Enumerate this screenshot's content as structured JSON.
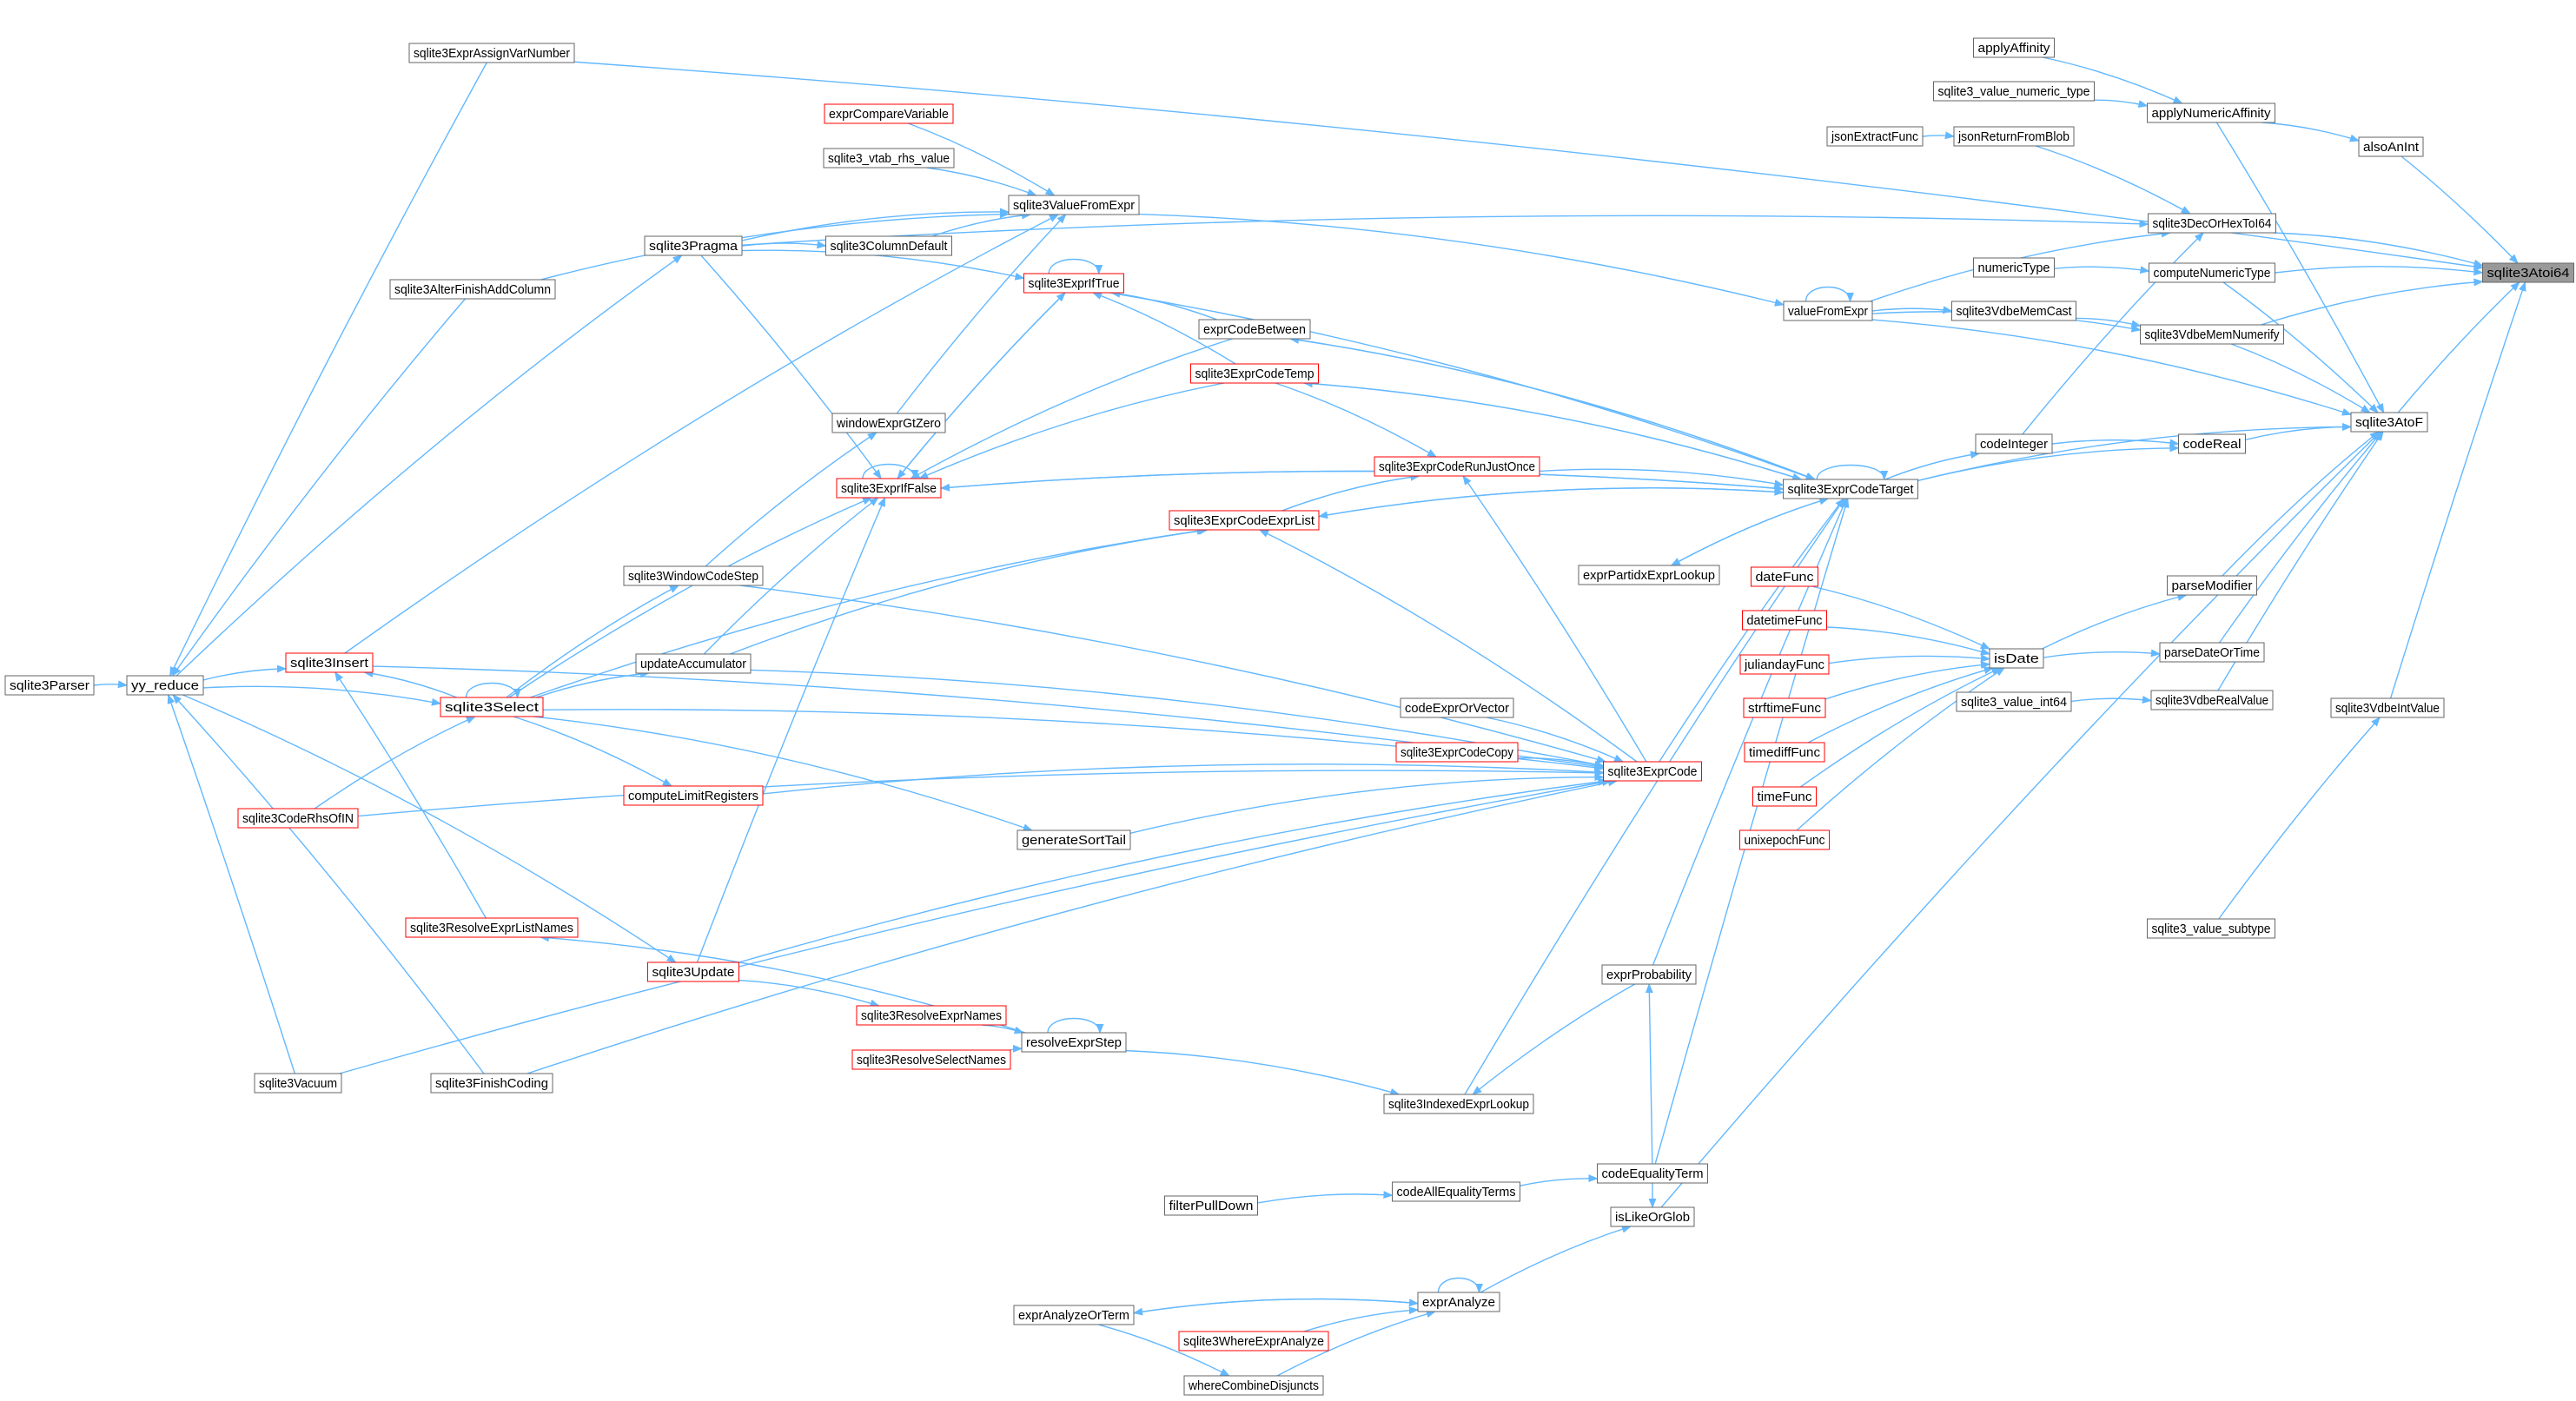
{
  "graph": {
    "colors": {
      "edge": "#63b8ff",
      "node_border": "#666666",
      "node_border_truncated": "#ff0000",
      "focus_fill": "#999999",
      "text": "#000000",
      "background": "#ffffff"
    },
    "nodes": [
      {
        "id": "atoi64",
        "label": "sqlite3Atoi64",
        "focus": true
      },
      {
        "id": "atof",
        "label": "sqlite3AtoF"
      },
      {
        "id": "decOrHex",
        "label": "sqlite3DecOrHexToI64"
      },
      {
        "id": "alsoAnInt",
        "label": "alsoAnInt"
      },
      {
        "id": "applyNumAff",
        "label": "applyNumericAffinity"
      },
      {
        "id": "computeNumType",
        "label": "computeNumericType"
      },
      {
        "id": "memNumerify",
        "label": "sqlite3VdbeMemNumerify"
      },
      {
        "id": "intValue",
        "label": "sqlite3VdbeIntValue"
      },
      {
        "id": "valueSubtype",
        "label": "sqlite3_value_subtype"
      },
      {
        "id": "applyAffinity",
        "label": "applyAffinity"
      },
      {
        "id": "valueNumType",
        "label": "sqlite3_value_numeric_type"
      },
      {
        "id": "jsonExtract",
        "label": "jsonExtractFunc"
      },
      {
        "id": "jsonReturn",
        "label": "jsonReturnFromBlob"
      },
      {
        "id": "numericType",
        "label": "numericType"
      },
      {
        "id": "valueFromExpr",
        "label": "valueFromExpr"
      },
      {
        "id": "memCast",
        "label": "sqlite3VdbeMemCast"
      },
      {
        "id": "codeInteger",
        "label": "codeInteger"
      },
      {
        "id": "codeReal",
        "label": "codeReal"
      },
      {
        "id": "parseModifier",
        "label": "parseModifier"
      },
      {
        "id": "parseDateOrTime",
        "label": "parseDateOrTime"
      },
      {
        "id": "isDate",
        "label": "isDate"
      },
      {
        "id": "valueInt64",
        "label": "sqlite3_value_int64"
      },
      {
        "id": "realValue",
        "label": "sqlite3VdbeRealValue"
      },
      {
        "id": "dateFunc",
        "label": "dateFunc",
        "truncated": true
      },
      {
        "id": "datetimeFunc",
        "label": "datetimeFunc",
        "truncated": true
      },
      {
        "id": "juliandayFunc",
        "label": "juliandayFunc",
        "truncated": true
      },
      {
        "id": "strftimeFunc",
        "label": "strftimeFunc",
        "truncated": true
      },
      {
        "id": "timediffFunc",
        "label": "timediffFunc",
        "truncated": true
      },
      {
        "id": "timeFunc",
        "label": "timeFunc",
        "truncated": true
      },
      {
        "id": "unixepochFunc",
        "label": "unixepochFunc",
        "truncated": true
      },
      {
        "id": "exprCodeTarget",
        "label": "sqlite3ExprCodeTarget"
      },
      {
        "id": "exprPartidx",
        "label": "exprPartidxExprLookup"
      },
      {
        "id": "exprProbability",
        "label": "exprProbability"
      },
      {
        "id": "codeEqTerm",
        "label": "codeEqualityTerm"
      },
      {
        "id": "isLikeOrGlob",
        "label": "isLikeOrGlob"
      },
      {
        "id": "exprAnalyze",
        "label": "exprAnalyze"
      },
      {
        "id": "exprAnalyzeOrTerm",
        "label": "exprAnalyzeOrTerm"
      },
      {
        "id": "whereExprAnalyze",
        "label": "sqlite3WhereExprAnalyze",
        "truncated": true
      },
      {
        "id": "whereCombine",
        "label": "whereCombineDisjuncts"
      },
      {
        "id": "codeAllEq",
        "label": "codeAllEqualityTerms"
      },
      {
        "id": "filterPullDown",
        "label": "filterPullDown"
      },
      {
        "id": "indexedExprLookup",
        "label": "sqlite3IndexedExprLookup"
      },
      {
        "id": "exprCode",
        "label": "sqlite3ExprCode",
        "truncated": true
      },
      {
        "id": "codeExprOrVector",
        "label": "codeExprOrVector"
      },
      {
        "id": "exprCodeCopy",
        "label": "sqlite3ExprCodeCopy",
        "truncated": true
      },
      {
        "id": "exprCodeRunJust",
        "label": "sqlite3ExprCodeRunJustOnce",
        "truncated": true
      },
      {
        "id": "exprCodeExprList",
        "label": "sqlite3ExprCodeExprList",
        "truncated": true
      },
      {
        "id": "exprCodeBetween",
        "label": "exprCodeBetween"
      },
      {
        "id": "exprCodeTemp",
        "label": "sqlite3ExprCodeTemp",
        "truncated": true
      },
      {
        "id": "exprIfTrue",
        "label": "sqlite3ExprIfTrue",
        "truncated": true
      },
      {
        "id": "exprIfFalse",
        "label": "sqlite3ExprIfFalse",
        "truncated": true
      },
      {
        "id": "windowExprGtZero",
        "label": "windowExprGtZero"
      },
      {
        "id": "valueFromExpr2",
        "label": "sqlite3ValueFromExpr"
      },
      {
        "id": "exprCompareVariable",
        "label": "exprCompareVariable",
        "truncated": true
      },
      {
        "id": "vtabRhsValue",
        "label": "sqlite3_vtab_rhs_value"
      },
      {
        "id": "columnDefault",
        "label": "sqlite3ColumnDefault"
      },
      {
        "id": "pragma",
        "label": "sqlite3Pragma"
      },
      {
        "id": "alterFinishAdd",
        "label": "sqlite3AlterFinishAddColumn"
      },
      {
        "id": "exprAssignVar",
        "label": "sqlite3ExprAssignVarNumber"
      },
      {
        "id": "windowCodeStep",
        "label": "sqlite3WindowCodeStep"
      },
      {
        "id": "updateAccumulator",
        "label": "updateAccumulator"
      },
      {
        "id": "select",
        "label": "sqlite3Select",
        "truncated": true
      },
      {
        "id": "insert",
        "label": "sqlite3Insert",
        "truncated": true
      },
      {
        "id": "computeLimit",
        "label": "computeLimitRegisters",
        "truncated": true
      },
      {
        "id": "generateSortTail",
        "label": "generateSortTail"
      },
      {
        "id": "codeRhsOfIN",
        "label": "sqlite3CodeRhsOfIN",
        "truncated": true
      },
      {
        "id": "resolveExprListNames",
        "label": "sqlite3ResolveExprListNames",
        "truncated": true
      },
      {
        "id": "update",
        "label": "sqlite3Update",
        "truncated": true
      },
      {
        "id": "resolveExprNames",
        "label": "sqlite3ResolveExprNames",
        "truncated": true
      },
      {
        "id": "resolveSelectNames",
        "label": "sqlite3ResolveSelectNames",
        "truncated": true
      },
      {
        "id": "resolveExprStep",
        "label": "resolveExprStep"
      },
      {
        "id": "finishCoding",
        "label": "sqlite3FinishCoding"
      },
      {
        "id": "vacuum",
        "label": "sqlite3Vacuum"
      },
      {
        "id": "yyReduce",
        "label": "yy_reduce"
      },
      {
        "id": "parser",
        "label": "sqlite3Parser"
      }
    ],
    "edges": [
      [
        "atof",
        "atoi64"
      ],
      [
        "decOrHex",
        "atoi64"
      ],
      [
        "alsoAnInt",
        "atoi64"
      ],
      [
        "computeNumType",
        "atoi64"
      ],
      [
        "memNumerify",
        "atoi64"
      ],
      [
        "intValue",
        "atoi64"
      ],
      [
        "exprAssignVar",
        "atoi64"
      ],
      [
        "applyNumAff",
        "alsoAnInt"
      ],
      [
        "applyNumAff",
        "atof"
      ],
      [
        "computeNumType",
        "atof"
      ],
      [
        "memNumerify",
        "atof"
      ],
      [
        "codeReal",
        "atof"
      ],
      [
        "parseModifier",
        "atof"
      ],
      [
        "parseDateOrTime",
        "atof"
      ],
      [
        "realValue",
        "atof"
      ],
      [
        "valueFromExpr",
        "atof"
      ],
      [
        "exprCodeTarget",
        "atof"
      ],
      [
        "isLikeOrGlob",
        "atof"
      ],
      [
        "valueSubtype",
        "intValue"
      ],
      [
        "applyAffinity",
        "applyNumAff"
      ],
      [
        "valueNumType",
        "applyNumAff"
      ],
      [
        "jsonExtract",
        "jsonReturn"
      ],
      [
        "jsonReturn",
        "decOrHex"
      ],
      [
        "valueFromExpr",
        "decOrHex"
      ],
      [
        "codeInteger",
        "decOrHex"
      ],
      [
        "pragma",
        "decOrHex"
      ],
      [
        "numericType",
        "computeNumType"
      ],
      [
        "memCast",
        "memNumerify"
      ],
      [
        "valueFromExpr",
        "memNumerify"
      ],
      [
        "valueFromExpr",
        "memCast"
      ],
      [
        "valueFromExpr",
        "valueFromExpr"
      ],
      [
        "valueFromExpr2",
        "valueFromExpr"
      ],
      [
        "codeInteger",
        "codeReal"
      ],
      [
        "exprCodeTarget",
        "codeInteger"
      ],
      [
        "exprCodeTarget",
        "codeReal"
      ],
      [
        "isDate",
        "parseModifier"
      ],
      [
        "isDate",
        "parseDateOrTime"
      ],
      [
        "valueInt64",
        "realValue"
      ],
      [
        "dateFunc",
        "isDate"
      ],
      [
        "datetimeFunc",
        "isDate"
      ],
      [
        "juliandayFunc",
        "isDate"
      ],
      [
        "strftimeFunc",
        "isDate"
      ],
      [
        "timediffFunc",
        "isDate"
      ],
      [
        "timeFunc",
        "isDate"
      ],
      [
        "unixepochFunc",
        "isDate"
      ],
      [
        "exprCodeTarget",
        "exprCodeTarget"
      ],
      [
        "exprPartidx",
        "exprCodeTarget"
      ],
      [
        "exprCode",
        "exprCodeTarget"
      ],
      [
        "exprCodeBetween",
        "exprCodeTarget"
      ],
      [
        "exprCodeTemp",
        "exprCodeTarget"
      ],
      [
        "exprCodeRunJust",
        "exprCodeTarget"
      ],
      [
        "exprCodeExprList",
        "exprCodeTarget"
      ],
      [
        "exprIfTrue",
        "exprCodeTarget"
      ],
      [
        "exprIfFalse",
        "exprCodeTarget"
      ],
      [
        "exprProbability",
        "exprCodeTarget"
      ],
      [
        "codeEqTerm",
        "exprCodeTarget"
      ],
      [
        "indexedExprLookup",
        "exprCodeTarget"
      ],
      [
        "exprCodeTarget",
        "exprPartidx"
      ],
      [
        "exprCode",
        "exprCodeRunJust"
      ],
      [
        "exprCodeTemp",
        "exprCodeRunJust"
      ],
      [
        "exprCodeExprList",
        "exprCodeRunJust"
      ],
      [
        "exprCode",
        "exprCodeExprList"
      ],
      [
        "exprCodeTarget",
        "exprCodeExprList"
      ],
      [
        "exprCodeTarget",
        "exprCodeBetween"
      ],
      [
        "exprCodeTarget",
        "exprCodeTemp"
      ],
      [
        "exprCodeBetween",
        "exprIfTrue"
      ],
      [
        "exprCodeTemp",
        "exprIfTrue"
      ],
      [
        "exprIfTrue",
        "exprIfTrue"
      ],
      [
        "exprIfTrue",
        "exprIfFalse"
      ],
      [
        "exprIfFalse",
        "exprIfTrue"
      ],
      [
        "exprIfFalse",
        "exprIfFalse"
      ],
      [
        "exprCodeBetween",
        "exprIfFalse"
      ],
      [
        "exprCodeTemp",
        "exprIfFalse"
      ],
      [
        "exprCodeTarget",
        "exprIfFalse"
      ],
      [
        "windowExprGtZero",
        "valueFromExpr2"
      ],
      [
        "exprCompareVariable",
        "valueFromExpr2"
      ],
      [
        "vtabRhsValue",
        "valueFromExpr2"
      ],
      [
        "columnDefault",
        "valueFromExpr2"
      ],
      [
        "pragma",
        "valueFromExpr2"
      ],
      [
        "alterFinishAdd",
        "valueFromExpr2"
      ],
      [
        "insert",
        "valueFromExpr2"
      ],
      [
        "pragma",
        "columnDefault"
      ],
      [
        "pragma",
        "exprIfTrue"
      ],
      [
        "pragma",
        "exprIfFalse"
      ],
      [
        "exprAssignVar",
        "yyReduce"
      ],
      [
        "yyReduce",
        "pragma"
      ],
      [
        "alterFinishAdd",
        "yyReduce"
      ],
      [
        "yyReduce",
        "insert"
      ],
      [
        "insert",
        "exprCode"
      ],
      [
        "windowCodeStep",
        "exprCode"
      ],
      [
        "windowCodeStep",
        "windowExprGtZero"
      ],
      [
        "select",
        "windowCodeStep"
      ],
      [
        "updateAccumulator",
        "exprCode"
      ],
      [
        "updateAccumulator",
        "exprIfFalse"
      ],
      [
        "updateAccumulator",
        "exprCodeExprList"
      ],
      [
        "select",
        "updateAccumulator"
      ],
      [
        "select",
        "exprIfFalse"
      ],
      [
        "select",
        "exprCodeExprList"
      ],
      [
        "select",
        "exprCode"
      ],
      [
        "select",
        "computeLimit"
      ],
      [
        "select",
        "generateSortTail"
      ],
      [
        "select",
        "select"
      ],
      [
        "select",
        "insert"
      ],
      [
        "yyReduce",
        "select"
      ],
      [
        "computeLimit",
        "exprCode"
      ],
      [
        "generateSortTail",
        "exprCode"
      ],
      [
        "codeRhsOfIN",
        "exprCode"
      ],
      [
        "codeRhsOfIN",
        "select"
      ],
      [
        "resolveExprListNames",
        "insert"
      ],
      [
        "resolveExprStep",
        "resolveExprListNames"
      ],
      [
        "update",
        "exprIfFalse"
      ],
      [
        "update",
        "exprCode"
      ],
      [
        "update",
        "resolveExprNames"
      ],
      [
        "yyReduce",
        "update"
      ],
      [
        "resolveExprNames",
        "resolveExprStep"
      ],
      [
        "resolveSelectNames",
        "resolveExprStep"
      ],
      [
        "resolveExprStep",
        "resolveExprStep"
      ],
      [
        "resolveExprStep",
        "indexedExprLookup"
      ],
      [
        "finishCoding",
        "exprCode"
      ],
      [
        "finishCoding",
        "yyReduce"
      ],
      [
        "vacuum",
        "exprCode"
      ],
      [
        "vacuum",
        "yyReduce"
      ],
      [
        "parser",
        "yyReduce"
      ],
      [
        "codeExprOrVector",
        "exprCode"
      ],
      [
        "exprCodeCopy",
        "exprCode"
      ],
      [
        "exprProbability",
        "indexedExprLookup"
      ],
      [
        "codeEqTerm",
        "exprProbability"
      ],
      [
        "codeEqTerm",
        "isLikeOrGlob"
      ],
      [
        "codeAllEq",
        "codeEqTerm"
      ],
      [
        "filterPullDown",
        "codeAllEq"
      ],
      [
        "exprAnalyze",
        "isLikeOrGlob"
      ],
      [
        "exprAnalyze",
        "exprAnalyze"
      ],
      [
        "exprAnalyze",
        "exprAnalyzeOrTerm"
      ],
      [
        "exprAnalyzeOrTerm",
        "exprAnalyze"
      ],
      [
        "whereExprAnalyze",
        "exprAnalyze"
      ],
      [
        "whereCombine",
        "exprAnalyze"
      ],
      [
        "exprAnalyzeOrTerm",
        "whereCombine"
      ]
    ]
  }
}
